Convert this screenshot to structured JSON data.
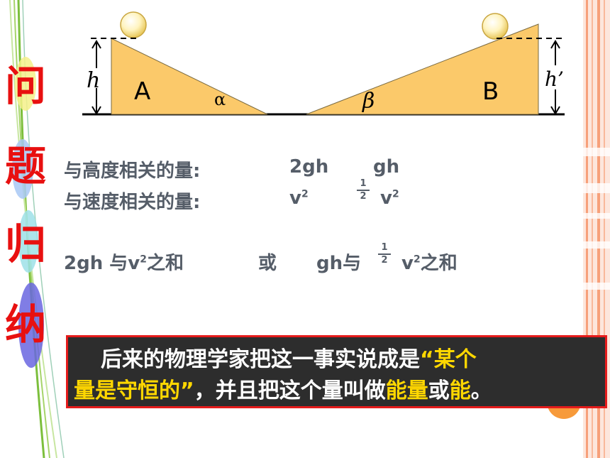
{
  "side_title": [
    "问",
    "题",
    "归",
    "纳"
  ],
  "diagram": {
    "label_h": "h",
    "label_h_prime": "h’",
    "label_a": "A",
    "label_b": "B",
    "angle_alpha": "α",
    "angle_beta": "β"
  },
  "rows": {
    "height_label": "与高度相关的量:",
    "height_val1": "2gh",
    "height_val2": "gh",
    "speed_label": "与速度相关的量:",
    "speed_val1": "v",
    "speed_val1_sup": "2",
    "speed_val2": "v",
    "speed_val2_sup": "2",
    "frac_num": "1",
    "frac_den": "2"
  },
  "sum_row": {
    "part1": "2gh 与v",
    "part1_sup": "2",
    "part1_tail": "之和",
    "or": "或",
    "part2": "gh与",
    "part3": "v",
    "part3_sup": "2",
    "part3_tail": "之和"
  },
  "callout": {
    "line1_plain": "后来的物理学家把这一事实说成是",
    "line1_hl": "“某个",
    "line2_hl1": "量是守恒的”",
    "line2_plain1": "，并且把这个量叫做",
    "line2_hl2": "能量",
    "line2_plain2": "或",
    "line2_hl3": "能",
    "line2_end": "。"
  },
  "colors": {
    "accent_red": "#e81010",
    "highlight_yellow": "#ffd700",
    "ramp_fill": "#fbc96a",
    "callout_bg": "#2d2d2d",
    "stripe_orange": "#f7a07a"
  }
}
